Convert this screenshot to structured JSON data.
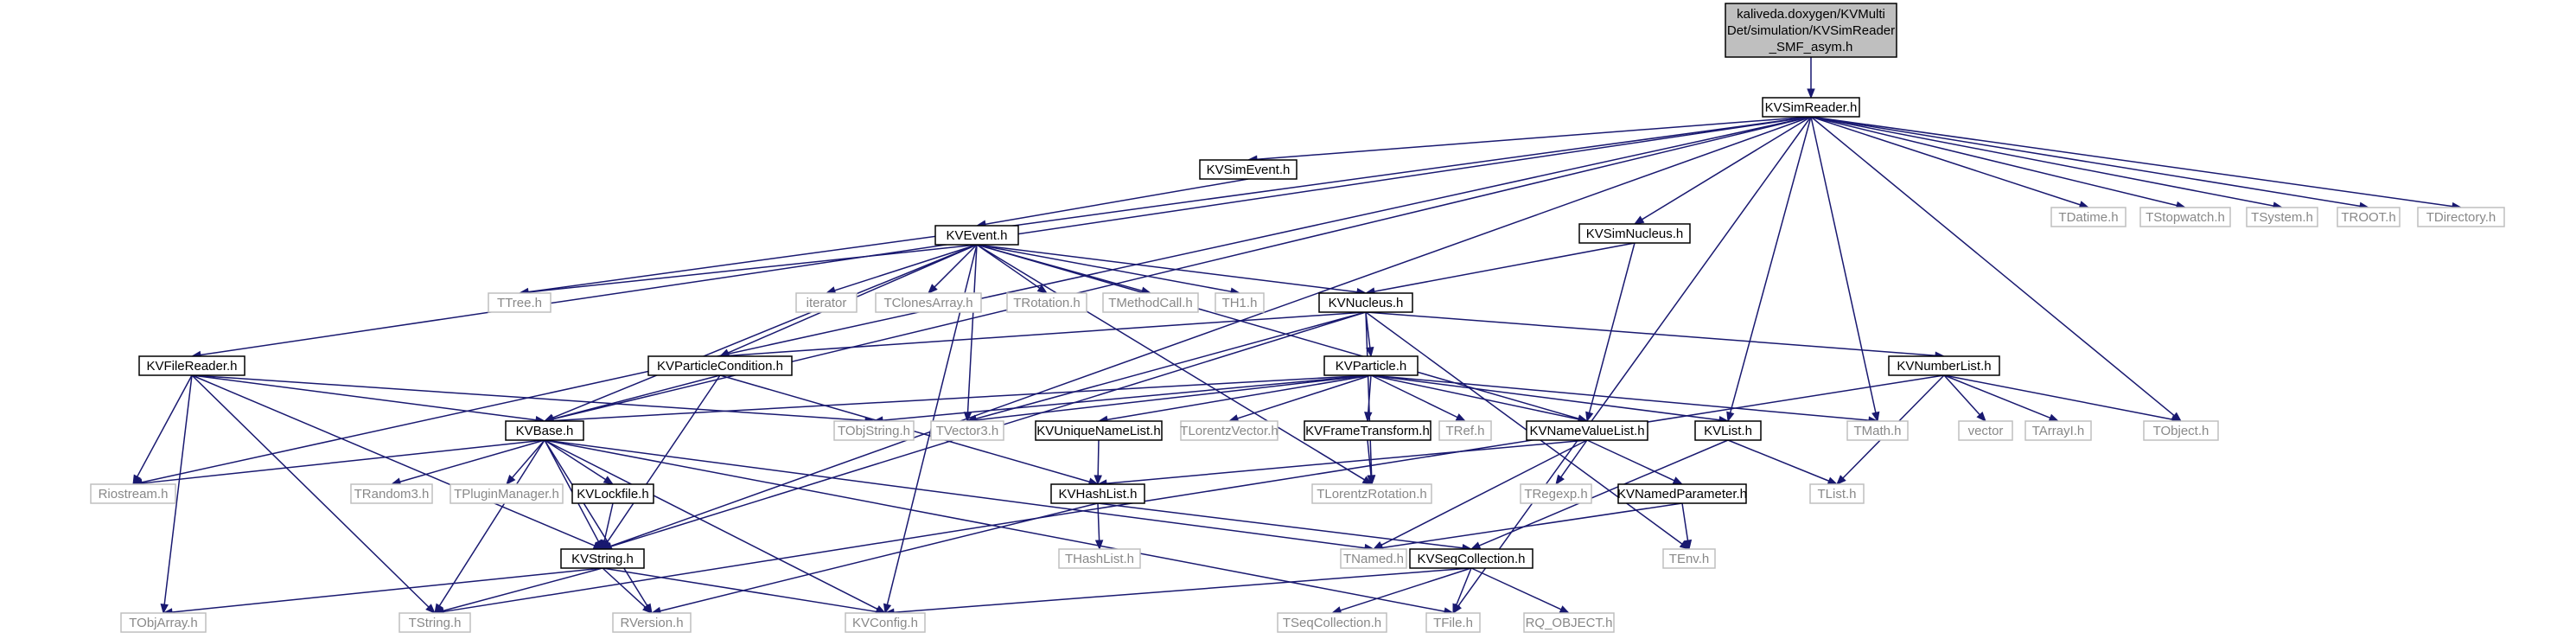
{
  "colors": {
    "edge": "#191970",
    "root_fill": "#bfbfbf",
    "documented_border": "#000000",
    "undocumented_border": "#bfbfbf",
    "documented_text": "#000000",
    "undocumented_text": "#888888"
  },
  "root": {
    "lines": [
      "kaliveda.doxygen/KVMulti",
      "Det/simulation/KVSimReader",
      "_SMF_asym.h"
    ]
  },
  "nodes": [
    {
      "id": "KVSimReader",
      "label": "KVSimReader.h",
      "documented": true
    },
    {
      "id": "KVSimEvent",
      "label": "KVSimEvent.h",
      "documented": true
    },
    {
      "id": "KVEvent",
      "label": "KVEvent.h",
      "documented": true
    },
    {
      "id": "KVSimNucleus",
      "label": "KVSimNucleus.h",
      "documented": true
    },
    {
      "id": "KVNucleus",
      "label": "KVNucleus.h",
      "documented": true
    },
    {
      "id": "KVFileReader",
      "label": "KVFileReader.h",
      "documented": true
    },
    {
      "id": "KVParticleCondition",
      "label": "KVParticleCondition.h",
      "documented": true
    },
    {
      "id": "KVParticle",
      "label": "KVParticle.h",
      "documented": true
    },
    {
      "id": "KVNumberList",
      "label": "KVNumberList.h",
      "documented": true
    },
    {
      "id": "KVBase",
      "label": "KVBase.h",
      "documented": true
    },
    {
      "id": "KVUniqueNameList",
      "label": "KVUniqueNameList.h",
      "documented": true
    },
    {
      "id": "KVFrameTransform",
      "label": "KVFrameTransform.h",
      "documented": true
    },
    {
      "id": "KVNameValueList",
      "label": "KVNameValueList.h",
      "documented": true
    },
    {
      "id": "KVList",
      "label": "KVList.h",
      "documented": true
    },
    {
      "id": "KVLockfile",
      "label": "KVLockfile.h",
      "documented": true
    },
    {
      "id": "KVHashList",
      "label": "KVHashList.h",
      "documented": true
    },
    {
      "id": "KVNamedParameter",
      "label": "KVNamedParameter.h",
      "documented": true
    },
    {
      "id": "KVString",
      "label": "KVString.h",
      "documented": true
    },
    {
      "id": "KVSeqCollection",
      "label": "KVSeqCollection.h",
      "documented": true
    },
    {
      "id": "TDatime",
      "label": "TDatime.h",
      "documented": false
    },
    {
      "id": "TStopwatch",
      "label": "TStopwatch.h",
      "documented": false
    },
    {
      "id": "TSystem",
      "label": "TSystem.h",
      "documented": false
    },
    {
      "id": "TROOT",
      "label": "TROOT.h",
      "documented": false
    },
    {
      "id": "TDirectory",
      "label": "TDirectory.h",
      "documented": false
    },
    {
      "id": "TTree",
      "label": "TTree.h",
      "documented": false
    },
    {
      "id": "iterator",
      "label": "iterator",
      "documented": false
    },
    {
      "id": "TClonesArray",
      "label": "TClonesArray.h",
      "documented": false
    },
    {
      "id": "TRotation",
      "label": "TRotation.h",
      "documented": false
    },
    {
      "id": "TMethodCall",
      "label": "TMethodCall.h",
      "documented": false
    },
    {
      "id": "TH1",
      "label": "TH1.h",
      "documented": false
    },
    {
      "id": "TObjString",
      "label": "TObjString.h",
      "documented": false
    },
    {
      "id": "TVector3",
      "label": "TVector3.h",
      "documented": false
    },
    {
      "id": "TLorentzVector",
      "label": "TLorentzVector.h",
      "documented": false
    },
    {
      "id": "TRef",
      "label": "TRef.h",
      "documented": false
    },
    {
      "id": "TMath",
      "label": "TMath.h",
      "documented": false
    },
    {
      "id": "vector",
      "label": "vector",
      "documented": false
    },
    {
      "id": "TArrayI",
      "label": "TArrayI.h",
      "documented": false
    },
    {
      "id": "TObject",
      "label": "TObject.h",
      "documented": false
    },
    {
      "id": "Riostream",
      "label": "Riostream.h",
      "documented": false
    },
    {
      "id": "TRandom3",
      "label": "TRandom3.h",
      "documented": false
    },
    {
      "id": "TPluginManager",
      "label": "TPluginManager.h",
      "documented": false
    },
    {
      "id": "TLorentzRotation",
      "label": "TLorentzRotation.h",
      "documented": false
    },
    {
      "id": "TRegexp",
      "label": "TRegexp.h",
      "documented": false
    },
    {
      "id": "TList",
      "label": "TList.h",
      "documented": false
    },
    {
      "id": "THashList",
      "label": "THashList.h",
      "documented": false
    },
    {
      "id": "TNamed",
      "label": "TNamed.h",
      "documented": false
    },
    {
      "id": "TEnv",
      "label": "TEnv.h",
      "documented": false
    },
    {
      "id": "TObjArray",
      "label": "TObjArray.h",
      "documented": false
    },
    {
      "id": "TString",
      "label": "TString.h",
      "documented": false
    },
    {
      "id": "RVersion",
      "label": "RVersion.h",
      "documented": false
    },
    {
      "id": "KVConfig",
      "label": "KVConfig.h",
      "documented": false
    },
    {
      "id": "TFile",
      "label": "TFile.h",
      "documented": false
    },
    {
      "id": "TSeqCollection",
      "label": "TSeqCollection.h",
      "documented": false
    },
    {
      "id": "RQ_OBJECT",
      "label": "RQ_OBJECT.h",
      "documented": false
    }
  ],
  "edges": [
    [
      "ROOT",
      "KVSimReader"
    ],
    [
      "KVSimReader",
      "KVSimEvent"
    ],
    [
      "KVSimReader",
      "KVSimNucleus"
    ],
    [
      "KVSimReader",
      "TDatime"
    ],
    [
      "KVSimReader",
      "TStopwatch"
    ],
    [
      "KVSimReader",
      "TSystem"
    ],
    [
      "KVSimReader",
      "TROOT"
    ],
    [
      "KVSimReader",
      "TDirectory"
    ],
    [
      "KVSimReader",
      "TTree"
    ],
    [
      "KVSimReader",
      "KVFileReader"
    ],
    [
      "KVSimReader",
      "KVBase"
    ],
    [
      "KVSimReader",
      "Riostream"
    ],
    [
      "KVSimReader",
      "KVString"
    ],
    [
      "KVSimReader",
      "KVList"
    ],
    [
      "KVSimReader",
      "TMath"
    ],
    [
      "KVSimReader",
      "TObject"
    ],
    [
      "KVSimReader",
      "TFile"
    ],
    [
      "KVSimEvent",
      "KVEvent"
    ],
    [
      "KVEvent",
      "TTree"
    ],
    [
      "KVEvent",
      "iterator"
    ],
    [
      "KVEvent",
      "TClonesArray"
    ],
    [
      "KVEvent",
      "TRotation"
    ],
    [
      "KVEvent",
      "TMethodCall"
    ],
    [
      "KVEvent",
      "TH1"
    ],
    [
      "KVEvent",
      "KVNucleus"
    ],
    [
      "KVEvent",
      "KVParticleCondition"
    ],
    [
      "KVEvent",
      "KVBase"
    ],
    [
      "KVEvent",
      "TVector3"
    ],
    [
      "KVEvent",
      "KVNameValueList"
    ],
    [
      "KVEvent",
      "KVConfig"
    ],
    [
      "KVEvent",
      "TLorentzRotation"
    ],
    [
      "KVSimNucleus",
      "KVNucleus"
    ],
    [
      "KVSimNucleus",
      "KVNameValueList"
    ],
    [
      "KVNucleus",
      "KVParticle"
    ],
    [
      "KVNucleus",
      "KVNumberList"
    ],
    [
      "KVNucleus",
      "KVParticleCondition"
    ],
    [
      "KVNucleus",
      "TVector3"
    ],
    [
      "KVNucleus",
      "KVString"
    ],
    [
      "KVNucleus",
      "TEnv"
    ],
    [
      "KVNucleus",
      "TLorentzRotation"
    ],
    [
      "KVFileReader",
      "KVBase"
    ],
    [
      "KVFileReader",
      "Riostream"
    ],
    [
      "KVFileReader",
      "TObjString"
    ],
    [
      "KVFileReader",
      "KVString"
    ],
    [
      "KVFileReader",
      "TString"
    ],
    [
      "KVFileReader",
      "TObjArray"
    ],
    [
      "KVParticleCondition",
      "KVBase"
    ],
    [
      "KVParticleCondition",
      "KVString"
    ],
    [
      "KVParticleCondition",
      "KVHashList"
    ],
    [
      "KVParticle",
      "TVector3"
    ],
    [
      "KVParticle",
      "TLorentzVector"
    ],
    [
      "KVParticle",
      "KVFrameTransform"
    ],
    [
      "KVParticle",
      "TRef"
    ],
    [
      "KVParticle",
      "KVNameValueList"
    ],
    [
      "KVParticle",
      "KVList"
    ],
    [
      "KVParticle",
      "TMath"
    ],
    [
      "KVParticle",
      "KVUniqueNameList"
    ],
    [
      "KVParticle",
      "TObjString"
    ],
    [
      "KVParticle",
      "KVBase"
    ],
    [
      "KVNumberList",
      "vector"
    ],
    [
      "KVNumberList",
      "TArrayI"
    ],
    [
      "KVNumberList",
      "TObject"
    ],
    [
      "KVNumberList",
      "TList"
    ],
    [
      "KVNumberList",
      "TString"
    ],
    [
      "KVBase",
      "Riostream"
    ],
    [
      "KVBase",
      "TRandom3"
    ],
    [
      "KVBase",
      "TPluginManager"
    ],
    [
      "KVBase",
      "KVLockfile"
    ],
    [
      "KVBase",
      "KVString"
    ],
    [
      "KVBase",
      "RVersion"
    ],
    [
      "KVBase",
      "KVConfig"
    ],
    [
      "KVBase",
      "TString"
    ],
    [
      "KVBase",
      "TNamed"
    ],
    [
      "KVBase",
      "TFile"
    ],
    [
      "KVUniqueNameList",
      "KVHashList"
    ],
    [
      "KVFrameTransform",
      "TLorentzRotation"
    ],
    [
      "KVNameValueList",
      "KVNamedParameter"
    ],
    [
      "KVNameValueList",
      "TRegexp"
    ],
    [
      "KVNameValueList",
      "KVHashList"
    ],
    [
      "KVNameValueList",
      "TNamed"
    ],
    [
      "KVList",
      "TList"
    ],
    [
      "KVList",
      "KVSeqCollection"
    ],
    [
      "KVLockfile",
      "KVString"
    ],
    [
      "KVHashList",
      "THashList"
    ],
    [
      "KVHashList",
      "KVSeqCollection"
    ],
    [
      "KVHashList",
      "RVersion"
    ],
    [
      "KVNamedParameter",
      "TNamed"
    ],
    [
      "KVNamedParameter",
      "TEnv"
    ],
    [
      "KVString",
      "TString"
    ],
    [
      "KVString",
      "RVersion"
    ],
    [
      "KVString",
      "KVConfig"
    ],
    [
      "KVString",
      "TObjArray"
    ],
    [
      "KVSeqCollection",
      "TSeqCollection"
    ],
    [
      "KVSeqCollection",
      "RQ_OBJECT"
    ],
    [
      "KVSeqCollection",
      "TFile"
    ],
    [
      "KVSeqCollection",
      "KVConfig"
    ]
  ]
}
